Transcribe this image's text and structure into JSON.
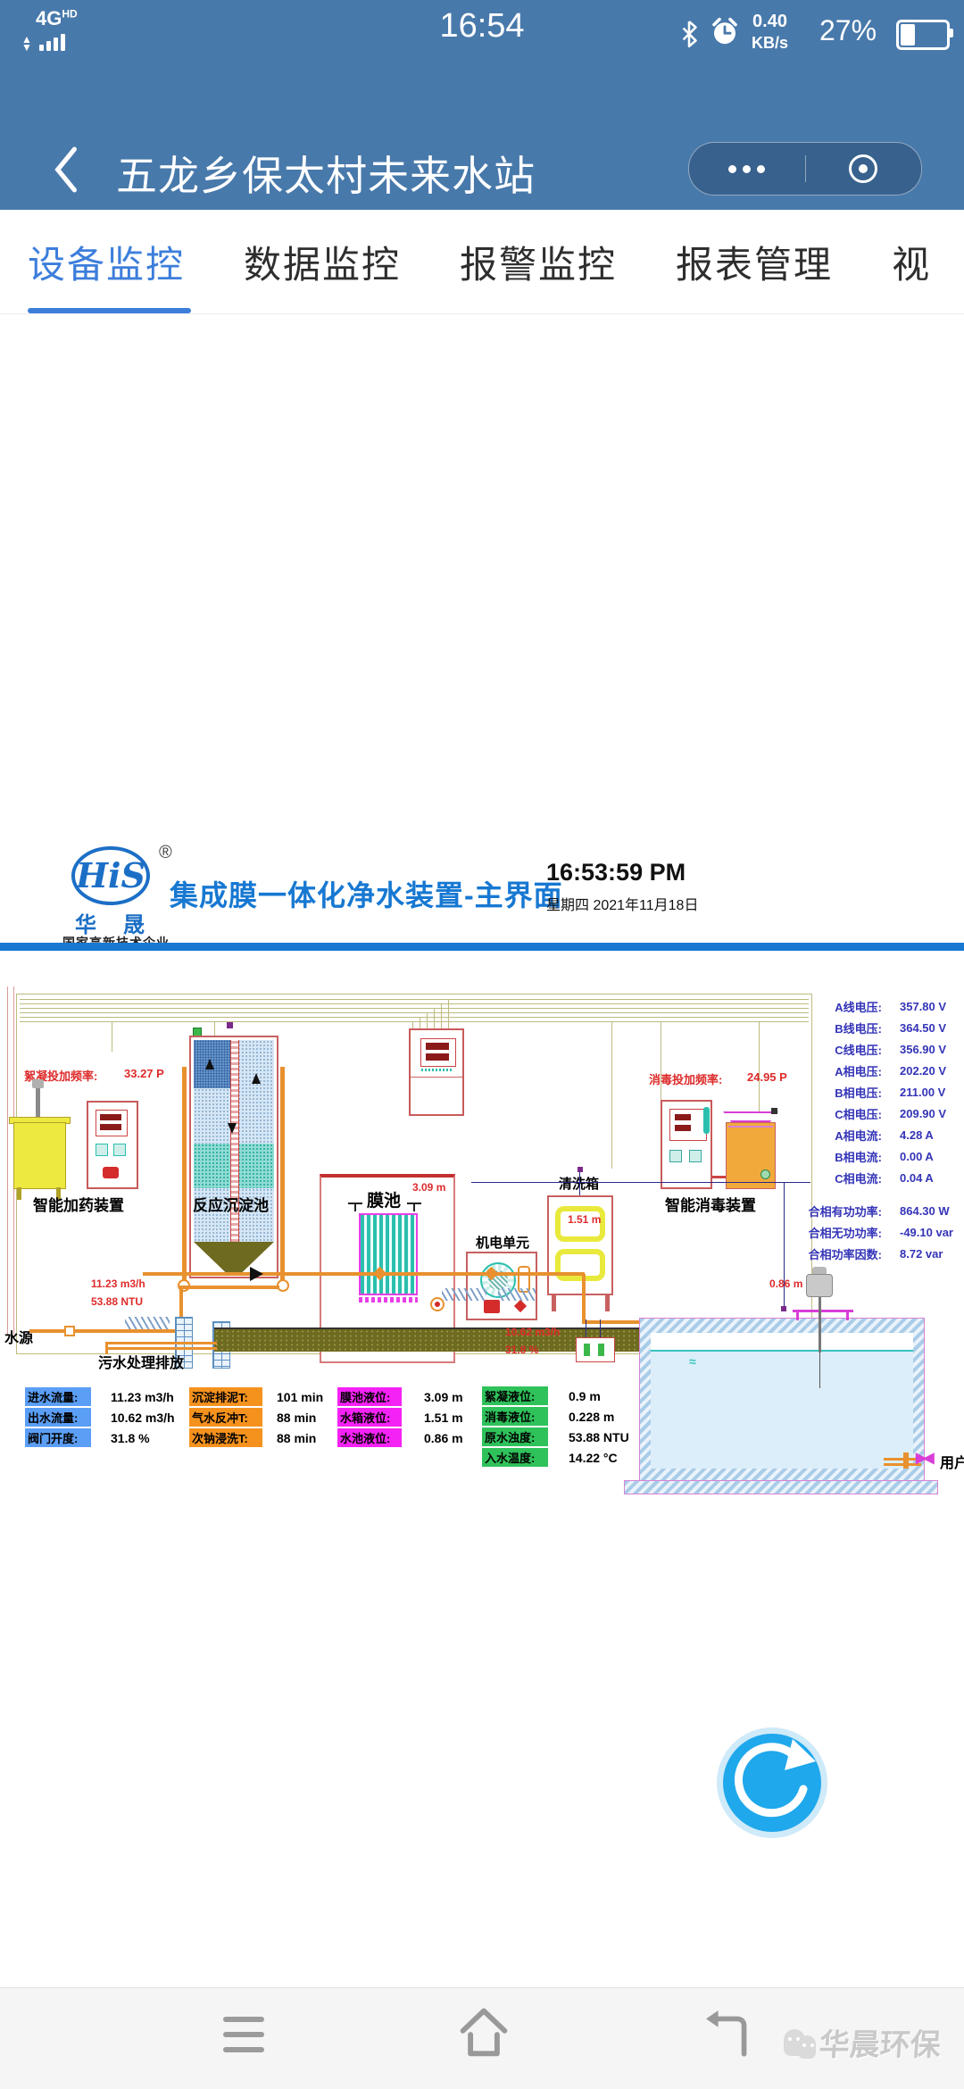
{
  "colors": {
    "header_bg": "#4879AB",
    "tab_active": "#3D7EDB",
    "scada_title": "#1778D2",
    "alarm_red": "#DE2B2B",
    "electrical_text": "#3434B8",
    "wire_olive": "#BDBB7E",
    "outline_red": "#C85A5A",
    "pipe_orange": "#E8912E",
    "magenta": "#E83EE8",
    "teal": "#2BBFAE",
    "table_blue": "#5B9EF5",
    "table_orange": "#F5921E",
    "table_magenta": "#F522F5",
    "table_green": "#2FC25B",
    "refresh_blue": "#1FA8EC"
  },
  "status_bar": {
    "network": "4G",
    "network_badge": "HD",
    "time": "16:54",
    "net_speed": "0.40",
    "net_speed_unit": "KB/s",
    "battery": "27%"
  },
  "navbar": {
    "title": "五龙乡保太村未来水站"
  },
  "tabs": [
    {
      "label": "设备监控"
    },
    {
      "label": "数据监控"
    },
    {
      "label": "报警监控"
    },
    {
      "label": "报表管理"
    },
    {
      "label": "视"
    }
  ],
  "scada": {
    "logo_mark": "HiS",
    "logo_reg": "®",
    "logo_name_1": "华",
    "logo_name_2": "晟",
    "logo_caption": "国家高新技术企业",
    "title": "集成膜一体化净水装置-主界面",
    "clock_time": "16:53:59 PM",
    "clock_date": "星期四  2021年11月18日",
    "floc_freq_label": "絮凝投加频率:",
    "floc_freq_value": "33.27 P",
    "disinfect_freq_label": "消毒投加频率:",
    "disinfect_freq_value": "24.95 P",
    "labels": {
      "dosing": "智能加药装置",
      "reaction_tank": "反应沉淀池",
      "membrane_tank": "膜池",
      "electromech_unit": "机电单元",
      "cleaning_box": "清洗箱",
      "disinfection": "智能消毒装置",
      "water_source": "水源",
      "sewage_discharge": "污水处理排放",
      "user": "用户"
    },
    "inline": {
      "membrane_level": "3.09 m",
      "cleaning_level": "1.51 m",
      "pool_level": "0.86 m",
      "inflow": "11.23 m3/h",
      "turbidity": "53.88 NTU",
      "outflow": "10.62 m3/h",
      "valve_opening": "31.8 %"
    },
    "electrical": [
      {
        "l": "A线电压:",
        "v": "357.80 V"
      },
      {
        "l": "B线电压:",
        "v": "364.50 V"
      },
      {
        "l": "C线电压:",
        "v": "356.90 V"
      },
      {
        "l": "A相电压:",
        "v": "202.20 V"
      },
      {
        "l": "B相电压:",
        "v": "211.00 V"
      },
      {
        "l": "C相电压:",
        "v": "209.90 V"
      },
      {
        "l": "A相电流:",
        "v": "4.28 A"
      },
      {
        "l": "B相电流:",
        "v": "0.00 A"
      },
      {
        "l": "C相电流:",
        "v": "0.04 A"
      }
    ],
    "power": [
      {
        "l": "合相有功功率:",
        "v": "864.30 W"
      },
      {
        "l": "合相无功功率:",
        "v": "-49.10 var"
      },
      {
        "l": "合相功率因数:",
        "v": "8.72 var"
      }
    ],
    "table": {
      "c1": [
        {
          "l": "进水流量:",
          "v": "11.23 m3/h"
        },
        {
          "l": "出水流量:",
          "v": "10.62 m3/h"
        },
        {
          "l": "阀门开度:",
          "v": "31.8 %"
        }
      ],
      "c2": [
        {
          "l": "沉淀排泥T:",
          "v": "101 min"
        },
        {
          "l": "气水反冲T:",
          "v": "88 min"
        },
        {
          "l": "次钠浸洗T:",
          "v": "88 min"
        }
      ],
      "c3": [
        {
          "l": "膜池液位:",
          "v": "3.09 m"
        },
        {
          "l": "水箱液位:",
          "v": "1.51 m"
        },
        {
          "l": "水池液位:",
          "v": "0.86 m"
        }
      ],
      "c4": [
        {
          "l": "絮凝液位:",
          "v": "0.9 m"
        },
        {
          "l": "消毒液位:",
          "v": "0.228 m"
        },
        {
          "l": "原水浊度:",
          "v": "53.88 NTU"
        },
        {
          "l": "入水温度:",
          "v": "14.22 °C"
        }
      ]
    }
  },
  "footer": {
    "watermark": "华晨环保"
  }
}
